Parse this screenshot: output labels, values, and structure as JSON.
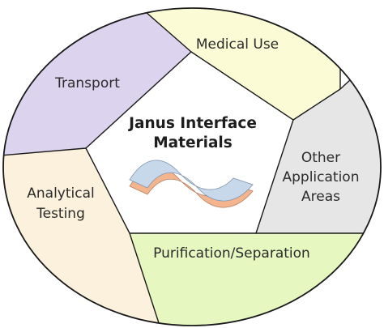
{
  "center": {
    "title_line1": "Janus Interface",
    "title_line2": "Materials"
  },
  "segments": {
    "transport": "Transport",
    "medical": "Medical Use",
    "other_line1": "Other",
    "other_line2": "Application",
    "other_line3": "Areas",
    "analytical_line1": "Analytical",
    "analytical_line2": "Testing",
    "purification": "Purification/Separation"
  },
  "colors": {
    "transport": "#dcd3ee",
    "medical": "#fbfbd6",
    "other": "#e6e6e6",
    "analytical": "#fbf1dc",
    "purification": "#e6f7c0",
    "outline": "#1a1a1a",
    "material_top": "#c6d8ea",
    "material_bottom": "#f3b089"
  }
}
